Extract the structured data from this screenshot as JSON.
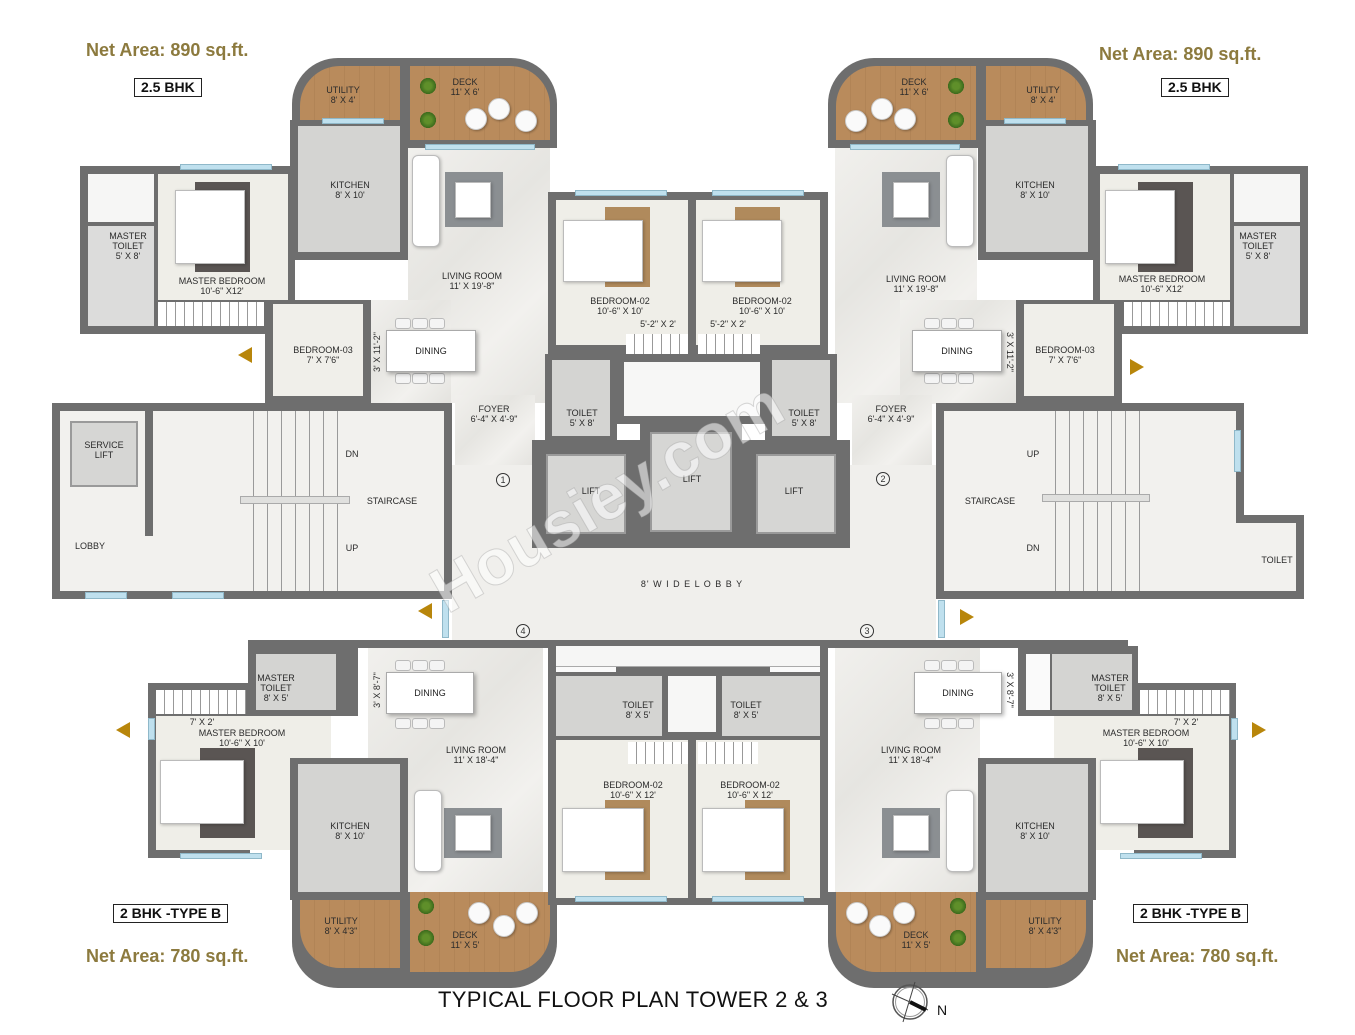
{
  "title": "TYPICAL FLOOR PLAN TOWER 2 & 3",
  "compass": {
    "icon": "north-compass-icon",
    "label": "N"
  },
  "watermark": "Housiey.com",
  "colors": {
    "area_text": "#8c7a3e",
    "accent_arrow": "#b8860b",
    "wall": "#6e6e6e",
    "deck": "#b98b5c",
    "window": "#bfe0ee"
  },
  "units": {
    "top_left": {
      "net_area": "Net Area: 890  sq.ft.",
      "type": "2.5 BHK",
      "rooms": {
        "utility": {
          "name": "UTILITY",
          "size": "8' X 4'"
        },
        "deck": {
          "name": "DECK",
          "size": "11' X 6'"
        },
        "kitchen": {
          "name": "KITCHEN",
          "size": "8' X 10'"
        },
        "master_toilet": {
          "name": "MASTER TOILET",
          "size": "5' X 8'"
        },
        "master_bedroom": {
          "name": "MASTER BEDROOM",
          "size": "10'-6\" X12'"
        },
        "living_room": {
          "name": "LIVING ROOM",
          "size": "11' X 19'-8\""
        },
        "bedroom_02": {
          "name": "BEDROOM-02",
          "size": "10'-6\" X 10'"
        },
        "wardrobe": {
          "size": "5'-2\" X 2'"
        },
        "bedroom_03": {
          "name": "BEDROOM-03",
          "size": "7' X 7'6\""
        },
        "dining": {
          "name": "DINING",
          "size": "3' X 11'-2\""
        },
        "foyer": {
          "name": "FOYER",
          "size": "6'-4\" X 4'-9\""
        },
        "toilet": {
          "name": "TOILET",
          "size": "5' X 8'"
        }
      }
    },
    "top_right": {
      "net_area": "Net Area: 890  sq.ft.",
      "type": "2.5 BHK",
      "rooms": {
        "utility": {
          "name": "UTILITY",
          "size": "8' X 4'"
        },
        "deck": {
          "name": "DECK",
          "size": "11' X 6'"
        },
        "kitchen": {
          "name": "KITCHEN",
          "size": "8' X 10'"
        },
        "master_toilet": {
          "name": "MASTER TOILET",
          "size": "5' X 8'"
        },
        "master_bedroom": {
          "name": "MASTER BEDROOM",
          "size": "10'-6\" X12'"
        },
        "living_room": {
          "name": "LIVING ROOM",
          "size": "11' X 19'-8\""
        },
        "bedroom_02": {
          "name": "BEDROOM-02",
          "size": "10'-6\" X 10'"
        },
        "wardrobe": {
          "size": "5'-2\" X 2'"
        },
        "bedroom_03": {
          "name": "BEDROOM-03",
          "size": "7' X 7'6\""
        },
        "dining": {
          "name": "DINING",
          "size": "3' X 11'-2\""
        },
        "foyer": {
          "name": "FOYER",
          "size": "6'-4\" X 4'-9\""
        },
        "toilet": {
          "name": "TOILET",
          "size": "5' X 8'"
        }
      }
    },
    "bottom_left": {
      "net_area": "Net Area: 780  sq.ft.",
      "type": "2 BHK -TYPE B",
      "rooms": {
        "master_toilet": {
          "name": "MASTER TOILET",
          "size": "8' X 5'"
        },
        "wardrobe": {
          "size": "7' X 2'"
        },
        "master_bedroom": {
          "name": "MASTER BEDROOM",
          "size": "10'-6\" X 10'"
        },
        "dining": {
          "name": "DINING",
          "size": "3' X 8'-7\""
        },
        "living_room": {
          "name": "LIVING ROOM",
          "size": "11' X 18'-4\""
        },
        "kitchen": {
          "name": "KITCHEN",
          "size": "8' X 10'"
        },
        "toilet": {
          "name": "TOILET",
          "size": "8' X 5'"
        },
        "bedroom_02": {
          "name": "BEDROOM-02",
          "size": "10'-6\" X 12'"
        },
        "utility": {
          "name": "UTILITY",
          "size": "8' X 4'3\""
        },
        "deck": {
          "name": "DECK",
          "size": "11' X 5'"
        }
      }
    },
    "bottom_right": {
      "net_area": "Net Area: 780  sq.ft.",
      "type": "2 BHK -TYPE B",
      "rooms": {
        "master_toilet": {
          "name": "MASTER TOILET",
          "size": "8' X 5'"
        },
        "wardrobe": {
          "size": "7' X 2'"
        },
        "master_bedroom": {
          "name": "MASTER BEDROOM",
          "size": "10'-6\" X 10'"
        },
        "dining": {
          "name": "DINING",
          "size": "3' X 8'-7\""
        },
        "living_room": {
          "name": "LIVING ROOM",
          "size": "11' X 18'-4\""
        },
        "kitchen": {
          "name": "KITCHEN",
          "size": "8' X 10'"
        },
        "toilet": {
          "name": "TOILET",
          "size": "8' X 5'"
        },
        "bedroom_02": {
          "name": "BEDROOM-02",
          "size": "10'-6\" X 12'"
        },
        "utility": {
          "name": "UTILITY",
          "size": "8' X 4'3\""
        },
        "deck": {
          "name": "DECK",
          "size": "11' X 5'"
        }
      }
    }
  },
  "core": {
    "service_lift": "SERVICE LIFT",
    "lobby_left": "LOBBY",
    "staircase_left": "STAIRCASE",
    "staircase_right": "STAIRCASE",
    "up": "UP",
    "dn": "DN",
    "lift": "LIFT",
    "lobby_main": "8' W I D E   L O B B Y",
    "toilet_right": "TOILET",
    "entries": [
      "1",
      "2",
      "3",
      "4"
    ]
  }
}
